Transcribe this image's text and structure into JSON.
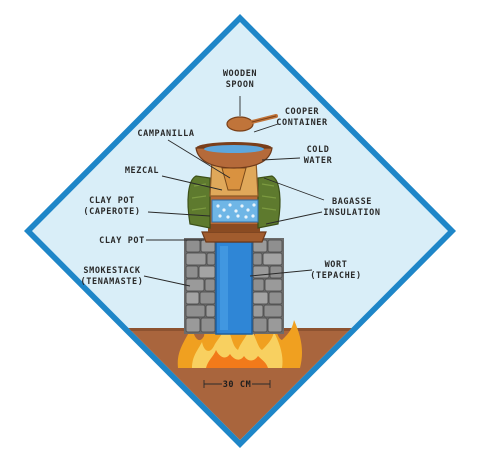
{
  "labels": {
    "wooden_spoon": [
      "WOODEN",
      "SPOON"
    ],
    "cooper_container": [
      "COOPER",
      "CONTAINER"
    ],
    "campanilla": "CAMPANILLA",
    "cold_water": [
      "COLD",
      "WATER"
    ],
    "mezcal": "MEZCAL",
    "bagasse_insulation": [
      "BAGASSE",
      "INSULATION"
    ],
    "clay_pot_caperote": [
      "CLAY POT",
      "(CAPEROTE)"
    ],
    "clay_pot": "CLAY POT",
    "smokestack": [
      "SMOKESTACK",
      "(TENAMASTE)"
    ],
    "wort": [
      "WORT",
      "(TEPACHE)"
    ],
    "dimension": "30 CM"
  },
  "colors": {
    "border": "#1e86c8",
    "sky": "#d9eef8",
    "ground": "#a9653d",
    "stone": "#8a8a8a",
    "stone_dark": "#5f5f5f",
    "wort": "#2f86d6",
    "fire_outer": "#f0a020",
    "fire_inner": "#f8d060",
    "copper": "#b56a3a",
    "bagasse": "#5e7a2e",
    "mezcal": "#e0a85a",
    "spoon": "#c0743a"
  }
}
